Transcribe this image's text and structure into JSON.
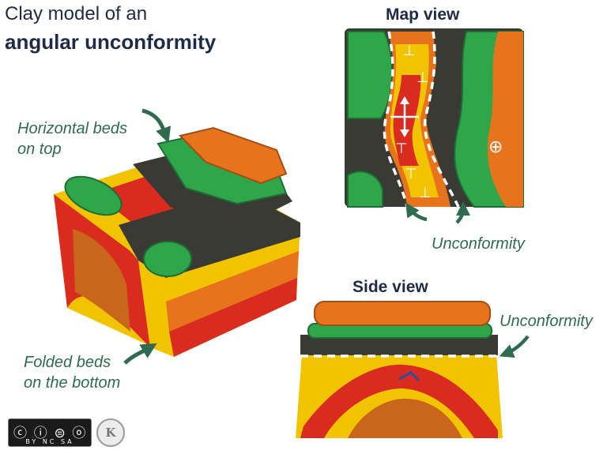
{
  "title": {
    "line1": "Clay model of an",
    "line2": "angular unconformity"
  },
  "map_view": {
    "heading": "Map view",
    "unconformity_label": "Unconformity",
    "symbols": [
      "⊥",
      "⊥",
      "⊤",
      "⊤",
      "⊥",
      "⊕"
    ]
  },
  "side_view": {
    "heading": "Side view",
    "unconformity_label": "Unconformity"
  },
  "block_model": {
    "top_label_line1": "Horizontal beds",
    "top_label_line2": "on top",
    "bottom_label_line1": "Folded beds",
    "bottom_label_line2": "on the bottom"
  },
  "license": {
    "icons": "ⓒ ⓘ ⊜ ⓞ",
    "text": "BY NC SA",
    "seal": "K"
  },
  "colors": {
    "heading": "#1f2a44",
    "annotation": "#2e6b4f",
    "clay_red": "#d92b1f",
    "clay_yellow": "#f2c300",
    "clay_orange": "#e8731d",
    "clay_green": "#2fa64a",
    "clay_dark": "#3a3a35"
  }
}
